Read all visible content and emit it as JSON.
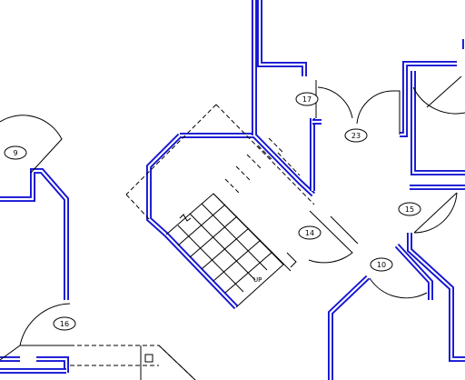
{
  "plan": {
    "colors": {
      "wall": "#1414d2",
      "line": "#000000",
      "background": "#ffffff"
    },
    "door_tags": [
      "9",
      "17",
      "23",
      "15",
      "14",
      "10",
      "16"
    ],
    "stair_note": "UP"
  }
}
